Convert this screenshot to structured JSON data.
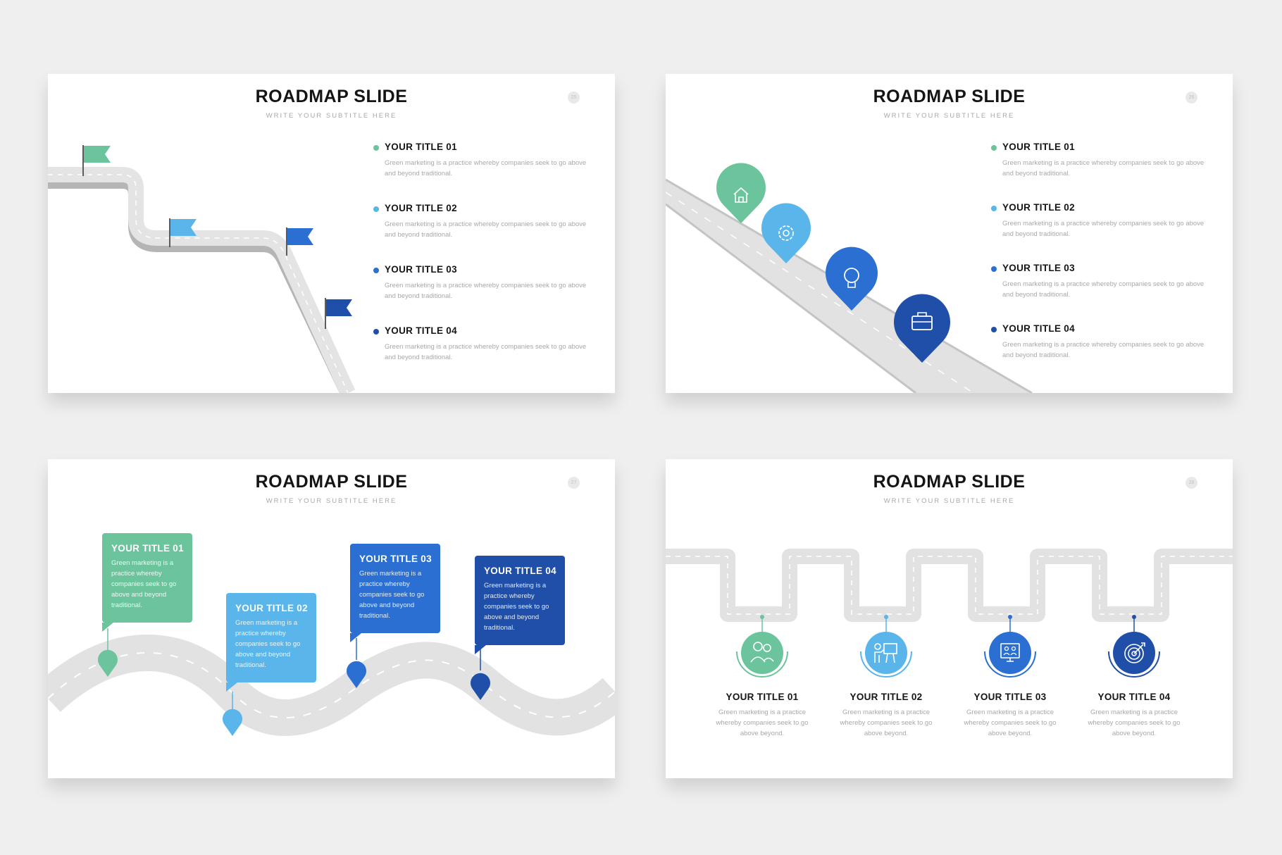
{
  "colors": {
    "green": "#6cc49d",
    "light_blue": "#59b5ea",
    "blue": "#2a6fd1",
    "dark_blue": "#1f4fa8",
    "road": "#e4e4e4",
    "road_edge": "#b8b8b8"
  },
  "slides": [
    {
      "title": "ROADMAP SLIDE",
      "subtitle": "WRITE YOUR SUBTITLE HERE",
      "page_number": "25",
      "layout": "winding road with flags",
      "items": [
        {
          "title": "YOUR TITLE 01",
          "desc": "Green marketing is a practice whereby companies seek to go above and beyond traditional.",
          "icon": "flag-icon"
        },
        {
          "title": "YOUR TITLE 02",
          "desc": "Green marketing is a practice whereby companies seek to go above and beyond traditional.",
          "icon": "flag-icon"
        },
        {
          "title": "YOUR TITLE 03",
          "desc": "Green marketing is a practice whereby companies seek to go above and beyond traditional.",
          "icon": "flag-icon"
        },
        {
          "title": "YOUR TITLE 04",
          "desc": "Green marketing is a practice whereby companies seek to go above and beyond traditional.",
          "icon": "flag-icon"
        }
      ]
    },
    {
      "title": "ROADMAP SLIDE",
      "subtitle": "WRITE YOUR SUBTITLE HERE",
      "page_number": "26",
      "layout": "diagonal road with map pins",
      "items": [
        {
          "title": "YOUR TITLE 01",
          "desc": "Green marketing is a practice whereby companies seek to go above and beyond traditional.",
          "icon": "house-icon"
        },
        {
          "title": "YOUR TITLE 02",
          "desc": "Green marketing is a practice whereby companies seek to go above and beyond traditional.",
          "icon": "gear-icon"
        },
        {
          "title": "YOUR TITLE 03",
          "desc": "Green marketing is a practice whereby companies seek to go above and beyond traditional.",
          "icon": "lightbulb-icon"
        },
        {
          "title": "YOUR TITLE 04",
          "desc": "Green marketing is a practice whereby companies seek to go above and beyond traditional.",
          "icon": "briefcase-icon"
        }
      ]
    },
    {
      "title": "ROADMAP SLIDE",
      "subtitle": "WRITE YOUR SUBTITLE HERE",
      "page_number": "27",
      "layout": "wavy road with callout boxes",
      "items": [
        {
          "title": "YOUR TITLE 01",
          "desc": "Green marketing is a practice whereby companies seek to go above and beyond traditional."
        },
        {
          "title": "YOUR TITLE 02",
          "desc": "Green marketing is a practice whereby companies seek to go above and beyond traditional."
        },
        {
          "title": "YOUR TITLE 03",
          "desc": "Green marketing is a practice whereby companies seek to go above and beyond traditional."
        },
        {
          "title": "YOUR TITLE 04",
          "desc": "Green marketing is a practice whereby companies seek to go above and beyond traditional."
        }
      ]
    },
    {
      "title": "ROADMAP SLIDE",
      "subtitle": "WRITE YOUR SUBTITLE HERE",
      "page_number": "28",
      "layout": "zigzag road with circle icons",
      "items": [
        {
          "title": "YOUR TITLE 01",
          "desc": "Green marketing is a practice whereby companies seek to go above beyond.",
          "icon": "people-icon"
        },
        {
          "title": "YOUR TITLE 02",
          "desc": "Green marketing is a practice whereby companies seek to go above beyond.",
          "icon": "presentation-icon"
        },
        {
          "title": "YOUR TITLE 03",
          "desc": "Green marketing is a practice whereby companies seek to go above beyond.",
          "icon": "monitor-team-icon"
        },
        {
          "title": "YOUR TITLE 04",
          "desc": "Green marketing is a practice whereby companies seek to go above beyond.",
          "icon": "target-icon"
        }
      ]
    }
  ]
}
